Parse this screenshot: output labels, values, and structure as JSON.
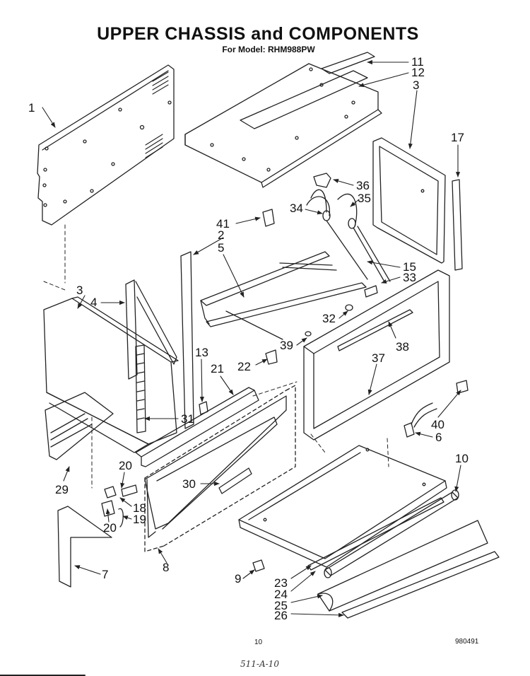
{
  "header": {
    "title": "UPPER CHASSIS and COMPONENTS",
    "model_line": "For Model: RHM988PW"
  },
  "footer": {
    "page_number": "10",
    "doc_code": "980491",
    "handwritten_note": "511-A-10"
  },
  "callouts": [
    {
      "id": "c1",
      "label": "1"
    },
    {
      "id": "c11",
      "label": "11"
    },
    {
      "id": "c12",
      "label": "12"
    },
    {
      "id": "c3a",
      "label": "3"
    },
    {
      "id": "c17",
      "label": "17"
    },
    {
      "id": "c36",
      "label": "36"
    },
    {
      "id": "c35",
      "label": "35"
    },
    {
      "id": "c34",
      "label": "34"
    },
    {
      "id": "c41",
      "label": "41"
    },
    {
      "id": "c2",
      "label": "2"
    },
    {
      "id": "c5",
      "label": "5"
    },
    {
      "id": "c15",
      "label": "15"
    },
    {
      "id": "c33",
      "label": "33"
    },
    {
      "id": "c3b",
      "label": "3"
    },
    {
      "id": "c4",
      "label": "4"
    },
    {
      "id": "c32",
      "label": "32"
    },
    {
      "id": "c38",
      "label": "38"
    },
    {
      "id": "c39",
      "label": "39"
    },
    {
      "id": "c22",
      "label": "22"
    },
    {
      "id": "c13",
      "label": "13"
    },
    {
      "id": "c21",
      "label": "21"
    },
    {
      "id": "c37",
      "label": "37"
    },
    {
      "id": "c31",
      "label": "31"
    },
    {
      "id": "c40",
      "label": "40"
    },
    {
      "id": "c6",
      "label": "6"
    },
    {
      "id": "c20a",
      "label": "20"
    },
    {
      "id": "c10",
      "label": "10"
    },
    {
      "id": "c30",
      "label": "30"
    },
    {
      "id": "c29",
      "label": "29"
    },
    {
      "id": "c18",
      "label": "18"
    },
    {
      "id": "c19",
      "label": "19"
    },
    {
      "id": "c20b",
      "label": "20"
    },
    {
      "id": "c7",
      "label": "7"
    },
    {
      "id": "c8",
      "label": "8"
    },
    {
      "id": "c9",
      "label": "9"
    },
    {
      "id": "c23",
      "label": "23"
    },
    {
      "id": "c24",
      "label": "24"
    },
    {
      "id": "c25",
      "label": "25"
    },
    {
      "id": "c26",
      "label": "26"
    }
  ]
}
